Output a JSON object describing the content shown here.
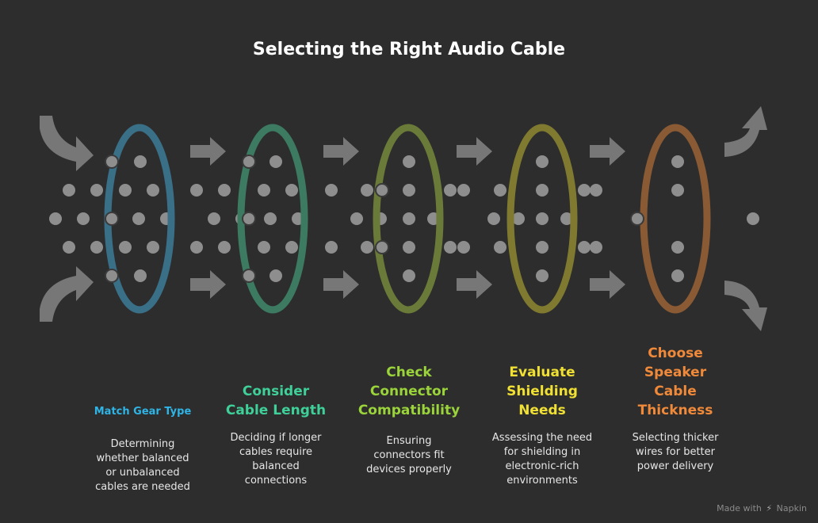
{
  "title": "Selecting the Right Audio Cable",
  "steps": [
    {
      "title_lines": [
        "Match Gear Type"
      ],
      "color": "#2fb4e6",
      "description_lines": [
        "Determining",
        "whether balanced",
        "or unbalanced",
        "cables are needed"
      ],
      "ring_color": "#3a6f88",
      "icon": "ring-icon"
    },
    {
      "title_lines": [
        "Consider",
        "Cable Length"
      ],
      "color": "#3fd09a",
      "description_lines": [
        "Deciding if longer",
        "cables require",
        "balanced",
        "connections"
      ],
      "ring_color": "#3d7a62",
      "icon": "ring-icon"
    },
    {
      "title_lines": [
        "Check",
        "Connector",
        "Compatibility"
      ],
      "color": "#9ad43a",
      "description_lines": [
        "Ensuring",
        "connectors fit",
        "devices properly"
      ],
      "ring_color": "#6a7a38",
      "icon": "ring-icon"
    },
    {
      "title_lines": [
        "Evaluate",
        "Shielding",
        "Needs"
      ],
      "color": "#f0e034",
      "description_lines": [
        "Assessing the need",
        "for shielding in",
        "electronic-rich",
        "environments"
      ],
      "ring_color": "#7f7a30",
      "icon": "ring-icon"
    },
    {
      "title_lines": [
        "Choose",
        "Speaker",
        "Cable",
        "Thickness"
      ],
      "color": "#f08a3a",
      "description_lines": [
        "Selecting thicker",
        "wires for better",
        "power delivery"
      ],
      "ring_color": "#8a5a34",
      "icon": "ring-icon"
    }
  ],
  "footer": {
    "prefix": "Made with",
    "brand": "Napkin",
    "icon": "napkin-bolt-icon"
  }
}
